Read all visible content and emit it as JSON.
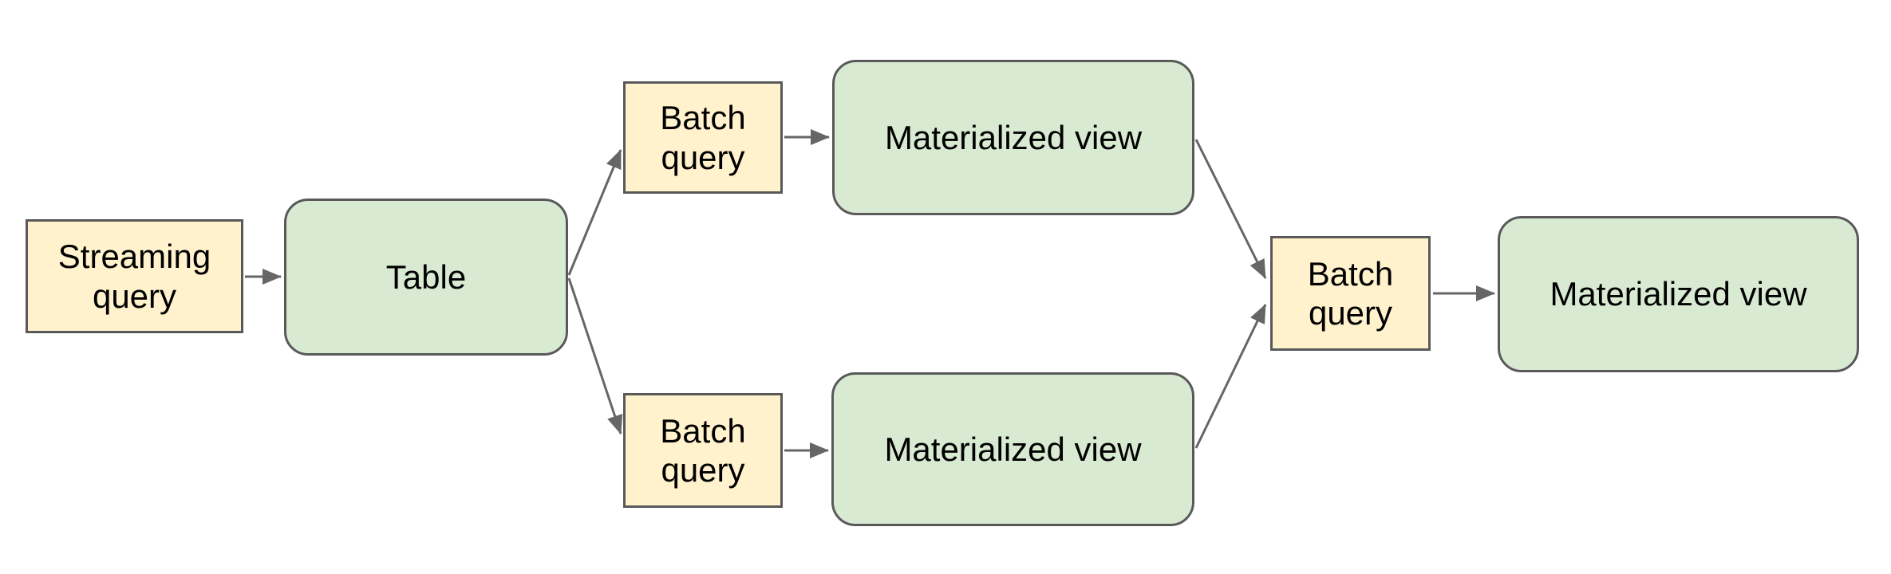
{
  "diagram": {
    "background": "#ffffff",
    "colors": {
      "query_fill": "#fff2cc",
      "query_border": "#595959",
      "store_fill": "#d9ead3",
      "store_border": "#595959",
      "arrow": "#666666",
      "text": "#000000"
    },
    "nodes": [
      {
        "id": "streaming-query",
        "label": "Streaming query",
        "kind": "query"
      },
      {
        "id": "table",
        "label": "Table",
        "kind": "store"
      },
      {
        "id": "batch-query-top",
        "label": "Batch query",
        "kind": "query"
      },
      {
        "id": "materialized-view-top",
        "label": "Materialized view",
        "kind": "store"
      },
      {
        "id": "batch-query-bottom",
        "label": "Batch query",
        "kind": "query"
      },
      {
        "id": "materialized-view-bottom",
        "label": "Materialized view",
        "kind": "store"
      },
      {
        "id": "batch-query-final",
        "label": "Batch query",
        "kind": "query"
      },
      {
        "id": "materialized-view-final",
        "label": "Materialized view",
        "kind": "store"
      }
    ],
    "edges": [
      {
        "from": "streaming-query",
        "to": "table"
      },
      {
        "from": "table",
        "to": "batch-query-top"
      },
      {
        "from": "table",
        "to": "batch-query-bottom"
      },
      {
        "from": "batch-query-top",
        "to": "materialized-view-top"
      },
      {
        "from": "batch-query-bottom",
        "to": "materialized-view-bottom"
      },
      {
        "from": "materialized-view-top",
        "to": "batch-query-final"
      },
      {
        "from": "materialized-view-bottom",
        "to": "batch-query-final"
      },
      {
        "from": "batch-query-final",
        "to": "materialized-view-final"
      }
    ]
  }
}
